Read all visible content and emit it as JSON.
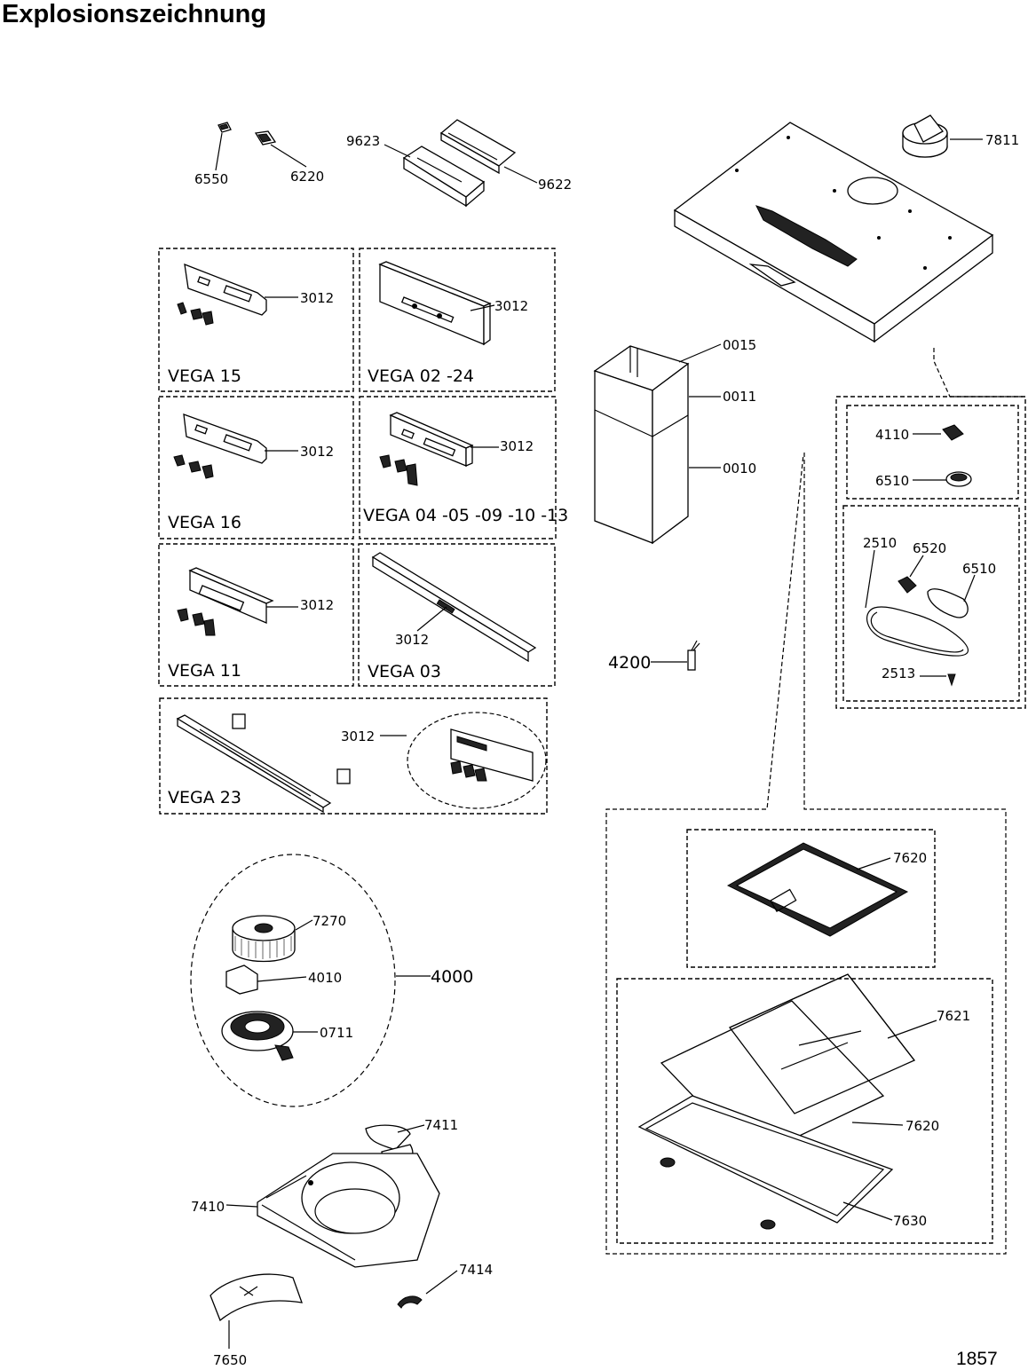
{
  "title": "Explosionszeichnung",
  "document_number": "1857",
  "part_labels": {
    "p6550": "6550",
    "p6220": "6220",
    "p9623": "9623",
    "p9622": "9622",
    "p7811": "7811",
    "p0015": "0015",
    "p0011": "0011",
    "p0010": "0010",
    "p4200": "4200",
    "p4110": "4110",
    "p6510a": "6510",
    "p2510": "2510",
    "p6520": "6520",
    "p6510b": "6510",
    "p2513": "2513",
    "p3012_v15": "3012",
    "p3012_v0224": "3012",
    "p3012_v16": "3012",
    "p3012_v04": "3012",
    "p3012_v11": "3012",
    "p3012_v03": "3012",
    "p3012_v23": "3012",
    "p7620a": "7620",
    "p7621": "7621",
    "p7620b": "7620",
    "p7630": "7630",
    "p7270": "7270",
    "p4010": "4010",
    "p0711": "0711",
    "p4000": "4000",
    "p7411": "7411",
    "p7410": "7410",
    "p7414": "7414",
    "p7650": "7650"
  },
  "variant_labels": {
    "v15": "VEGA 15",
    "v0224": "VEGA 02 -24",
    "v16": "VEGA 16",
    "v04": "VEGA 04 -05 -09 -10 -13",
    "v11": "VEGA 11",
    "v03": "VEGA 03",
    "v23": "VEGA 23"
  }
}
